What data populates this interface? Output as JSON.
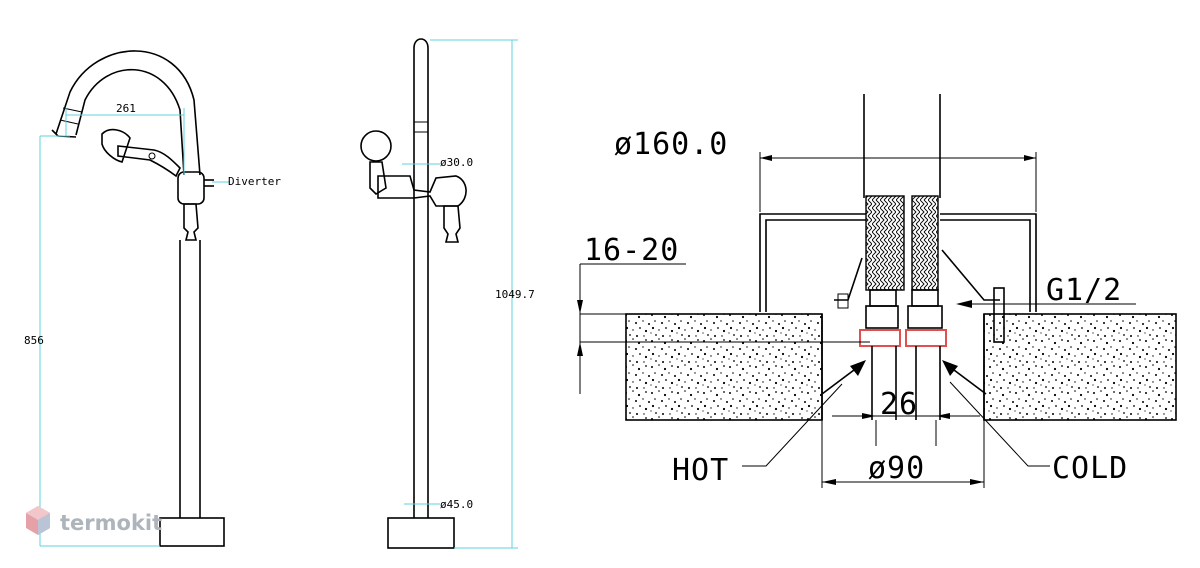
{
  "front_view": {
    "dims": {
      "spout_reach": "261",
      "height": "856"
    },
    "labels": {
      "diverter": "Diverter"
    }
  },
  "side_view": {
    "dims": {
      "body_diameter": "ø30.0",
      "base_diameter": "ø45.0",
      "total_height": "1049.7"
    }
  },
  "install_detail": {
    "dims": {
      "cover_diameter": "ø160.0",
      "floor_thickness": "16-20",
      "thread": "G1/2",
      "pipe_spacing": "26",
      "hole_diameter": "ø90"
    },
    "labels": {
      "hot": "HOT",
      "cold": "COLD"
    }
  },
  "watermark": {
    "brand": "termokit"
  },
  "colors": {
    "dimension_lines": "#5fd0dc",
    "outline": "#000000",
    "hot_mark": "#e05050",
    "watermark": "#aeb4bb"
  }
}
